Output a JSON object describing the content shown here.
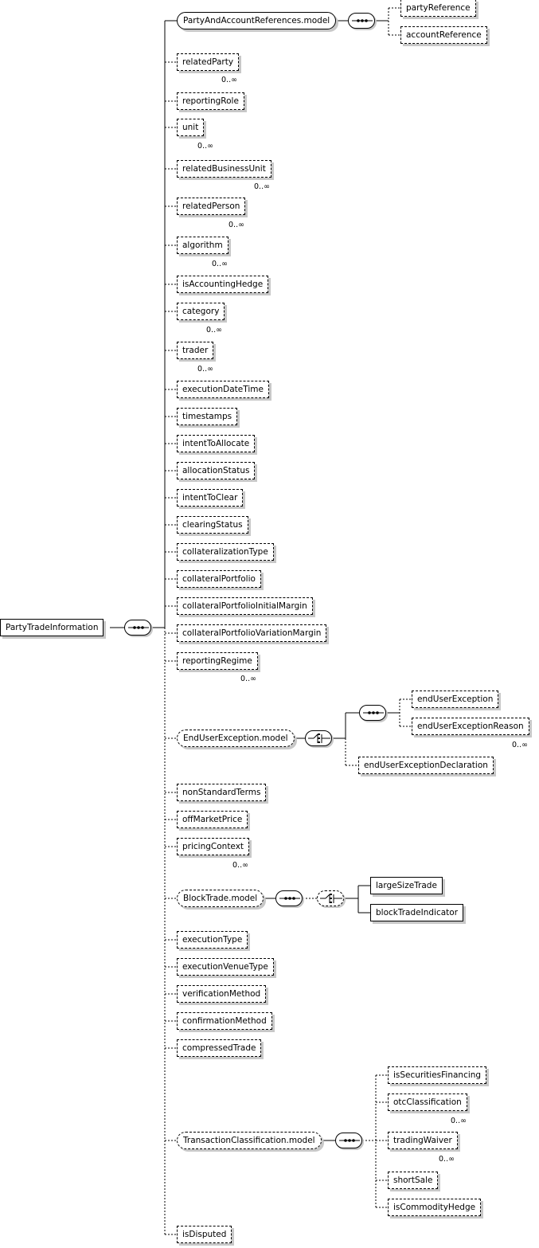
{
  "root": {
    "label": "PartyTradeInformation"
  },
  "elements": {
    "partyAndAccountReferencesModel": "PartyAndAccountReferences.model",
    "partyReference": "partyReference",
    "accountReference": "accountReference",
    "relatedParty": "relatedParty",
    "reportingRole": "reportingRole",
    "unit": "unit",
    "relatedBusinessUnit": "relatedBusinessUnit",
    "relatedPerson": "relatedPerson",
    "algorithm": "algorithm",
    "isAccountingHedge": "isAccountingHedge",
    "category": "category",
    "trader": "trader",
    "executionDateTime": "executionDateTime",
    "timestamps": "timestamps",
    "intentToAllocate": "intentToAllocate",
    "allocationStatus": "allocationStatus",
    "intentToClear": "intentToClear",
    "clearingStatus": "clearingStatus",
    "collateralizationType": "collateralizationType",
    "collateralPortfolio": "collateralPortfolio",
    "collateralPortfolioInitialMargin": "collateralPortfolioInitialMargin",
    "collateralPortfolioVariationMargin": "collateralPortfolioVariationMargin",
    "reportingRegime": "reportingRegime",
    "endUserExceptionModel": "EndUserException.model",
    "endUserException": "endUserException",
    "endUserExceptionReason": "endUserExceptionReason",
    "endUserExceptionDeclaration": "endUserExceptionDeclaration",
    "nonStandardTerms": "nonStandardTerms",
    "offMarketPrice": "offMarketPrice",
    "pricingContext": "pricingContext",
    "blockTradeModel": "BlockTrade.model",
    "largeSizeTrade": "largeSizeTrade",
    "blockTradeIndicator": "blockTradeIndicator",
    "executionType": "executionType",
    "executionVenueType": "executionVenueType",
    "verificationMethod": "verificationMethod",
    "confirmationMethod": "confirmationMethod",
    "compressedTrade": "compressedTrade",
    "transactionClassificationModel": "TransactionClassification.model",
    "isSecuritiesFinancing": "isSecuritiesFinancing",
    "otcClassification": "otcClassification",
    "tradingWaiver": "tradingWaiver",
    "shortSale": "shortSale",
    "isCommodityHedge": "isCommodityHedge",
    "isDisputed": "isDisputed"
  },
  "cardinality": {
    "zeroToMany": "0..∞"
  }
}
